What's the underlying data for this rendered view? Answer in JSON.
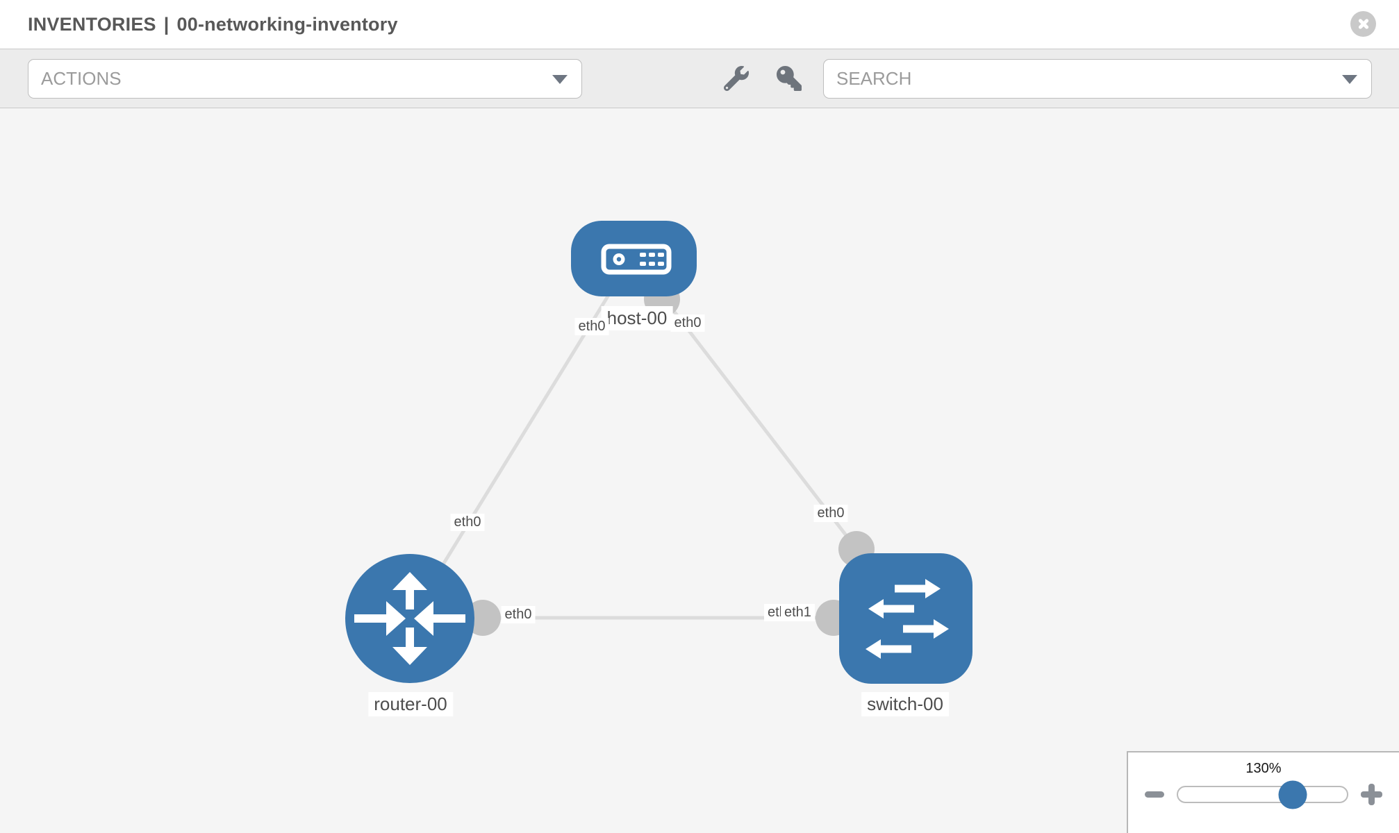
{
  "header": {
    "section": "INVENTORIES",
    "separator": "|",
    "inventory_name": "00-networking-inventory"
  },
  "toolbar": {
    "actions_label": "ACTIONS",
    "search_placeholder": "SEARCH"
  },
  "topology": {
    "nodes": [
      {
        "id": "host-00",
        "type": "host",
        "label": "host-00"
      },
      {
        "id": "router-00",
        "type": "router",
        "label": "router-00"
      },
      {
        "id": "switch-00",
        "type": "switch",
        "label": "switch-00"
      }
    ],
    "links": [
      {
        "from": "host-00",
        "to": "router-00",
        "interface_a": "eth0",
        "interface_b": "eth0"
      },
      {
        "from": "host-00",
        "to": "switch-00",
        "interface_a": "eth0",
        "interface_b": "eth0"
      },
      {
        "from": "router-00",
        "to": "switch-00",
        "interface_a": "eth0",
        "interface_b": "eth1",
        "interface_b_overlapped": "eth0"
      }
    ]
  },
  "zoom_control": {
    "level": "130%"
  },
  "colors": {
    "node_blue": "#3b77ae",
    "link_gray": "#dcdcdc",
    "connector_gray": "#c3c3c3",
    "canvas_bg": "#f5f5f5",
    "toolbar_bg": "#ececec"
  }
}
